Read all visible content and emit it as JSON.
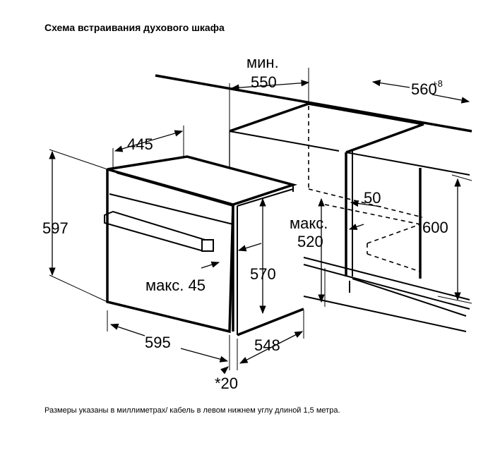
{
  "title": "Схема встраивания духового шкафа",
  "footnote": "Размеры указаны в миллиметрах/ кабель в левом нижнем углу длиной 1,5 метра.",
  "dims": {
    "min_label": "мин.",
    "d550": "550",
    "d560": "560",
    "d560_sup": "+8",
    "d445": "445",
    "d597": "597",
    "max_label_1": "макс.",
    "d520": "520",
    "d50": "50",
    "d600": "600",
    "d570": "570",
    "max45": "макс. 45",
    "d595": "595",
    "d548": "548",
    "d20": "*20"
  }
}
